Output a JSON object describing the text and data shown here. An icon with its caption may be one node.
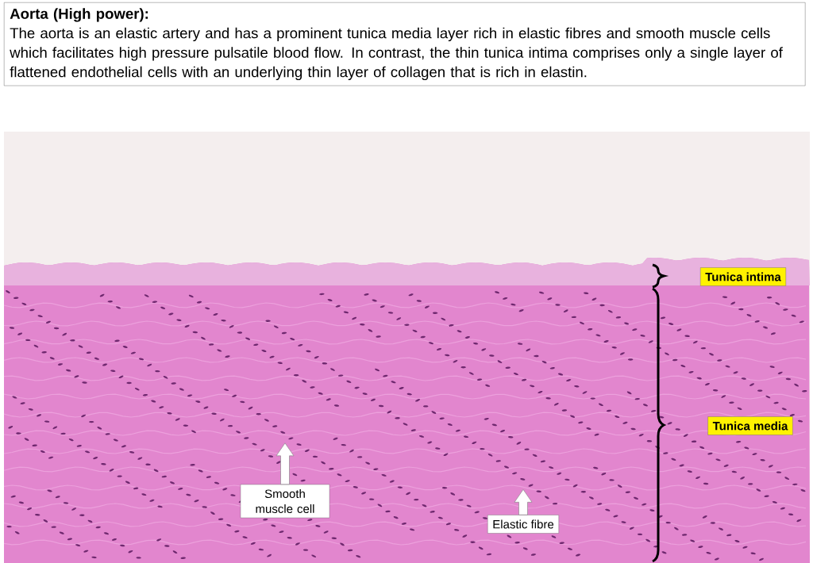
{
  "diagram": {
    "nodes": [
      {
        "text": [
          "Aorta (High power):",
          "The aorta is an elastic artery and has a prominent tunica media layer rich in elastic fibres and smooth muscle cells which facilitates high pressure pulsatile blood flow. In contrast, the thin tunica intima comprises only a single layer of flattened endothelial cells  with an underlying thin layer of collagen that is rich in elastin."
        ]
      },
      {
        "text": [
          "Smooth muscle cell"
        ]
      },
      {
        "text": [
          "Elastic fibre"
        ]
      },
      {
        "text": [
          "Tunica intima"
        ]
      },
      {
        "text": [
          "Tunica media"
        ]
      }
    ],
    "edges": [
      {
        "from": 1,
        "to": null,
        "arrow": "to"
      },
      {
        "from": 2,
        "to": null,
        "arrow": "to"
      }
    ]
  }
}
